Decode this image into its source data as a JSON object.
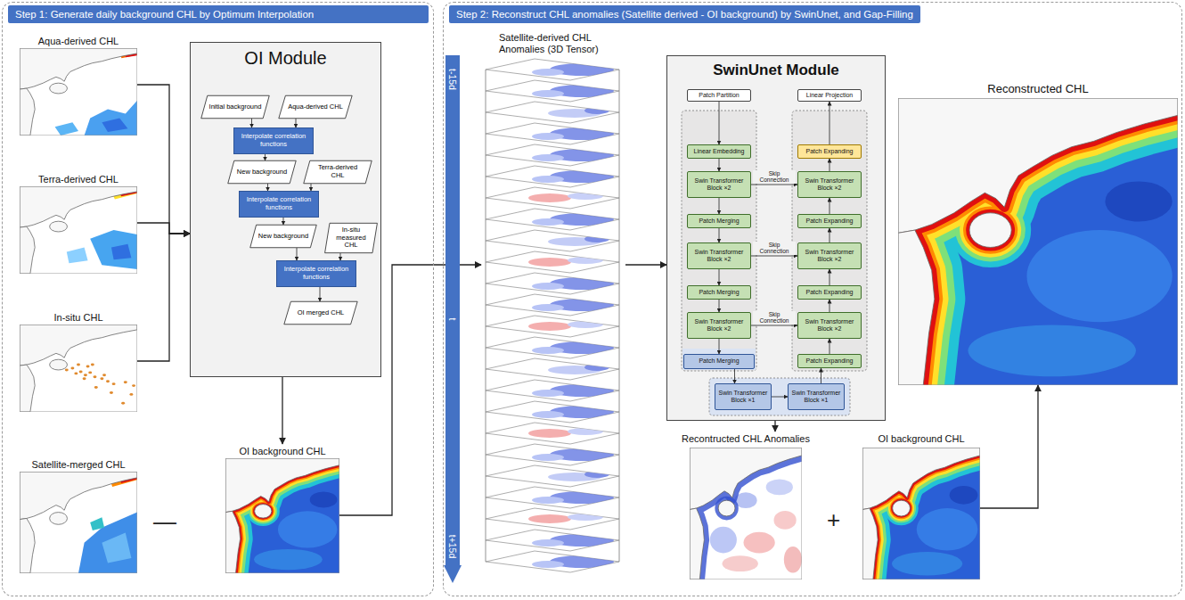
{
  "diagram": {
    "nodes": [
      {
        "text": [
          "Step 1: Generate daily background CHL by Optimum Interpolation"
        ]
      },
      {
        "text": [
          "Aqua-derived CHL"
        ],
        "in": 0
      },
      {
        "text": [
          "Terra-derived CHL"
        ],
        "in": 0
      },
      {
        "text": [
          "In-situ CHL"
        ],
        "in": 0
      },
      {
        "text": [
          "OI Module"
        ],
        "in": 0
      },
      {
        "text": [
          "Initial background"
        ],
        "in": 4
      },
      {
        "text": [
          "Aqua-derived CHL"
        ],
        "in": 4
      },
      {
        "text": [
          "Interpolate correlation functions"
        ],
        "in": 4
      },
      {
        "text": [
          "New background"
        ],
        "in": 4
      },
      {
        "text": [
          "Terra-derived CHL"
        ],
        "in": 4
      },
      {
        "text": [
          "Interpolate correlation functions"
        ],
        "in": 4
      },
      {
        "text": [
          "New background"
        ],
        "in": 4
      },
      {
        "text": [
          "In-situ measured CHL"
        ],
        "in": 4
      },
      {
        "text": [
          "Interpolate correlation functions"
        ],
        "in": 4
      },
      {
        "text": [
          "OI merged CHL"
        ],
        "in": 4
      },
      {
        "text": [
          "Satellite-merged CHL"
        ],
        "in": 0
      },
      {
        "text": [
          "OI background CHL"
        ],
        "in": 0
      },
      {
        "text": [
          "Step 2: Reconstruct CHL anomalies (Satellite derived - OI background) by SwinUnet, and Gap-Filling"
        ]
      },
      {
        "text": [
          "t-15d",
          "t",
          "t+15d"
        ],
        "in": 17
      },
      {
        "text": [
          "Satellite-derived CHL Anomalies (3D Tensor)"
        ],
        "in": 17
      },
      {
        "text": [
          "SwinUnet Module"
        ],
        "in": 17
      },
      {
        "text": [
          "Patch Partition"
        ],
        "in": 20
      },
      {
        "text": [
          "Linear Projection"
        ],
        "in": 20
      },
      {
        "text": [
          "Linear Embedding"
        ],
        "in": 20
      },
      {
        "text": [
          "Patch Expanding"
        ],
        "in": 20
      },
      {
        "text": [
          "Swin Transformer Block ×2"
        ],
        "in": 20
      },
      {
        "text": [
          "Swin Transformer Block ×2"
        ],
        "in": 20
      },
      {
        "text": [
          "Patch Merging"
        ],
        "in": 20
      },
      {
        "text": [
          "Patch Expanding"
        ],
        "in": 20
      },
      {
        "text": [
          "Swin Transformer Block ×2"
        ],
        "in": 20
      },
      {
        "text": [
          "Swin Transformer Block ×2"
        ],
        "in": 20
      },
      {
        "text": [
          "Patch Merging"
        ],
        "in": 20
      },
      {
        "text": [
          "Patch Expanding"
        ],
        "in": 20
      },
      {
        "text": [
          "Swin Transformer Block ×2"
        ],
        "in": 20
      },
      {
        "text": [
          "Swin Transformer Block ×2"
        ],
        "in": 20
      },
      {
        "text": [
          "Patch Merging"
        ],
        "in": 20
      },
      {
        "text": [
          "Patch Expanding"
        ],
        "in": 20
      },
      {
        "text": [
          "Swin Transformer Block ×1"
        ],
        "in": 20
      },
      {
        "text": [
          "Swin Transformer Block ×1"
        ],
        "in": 20
      },
      {
        "text": [
          "Recontructed CHL Anomalies"
        ],
        "in": 17
      },
      {
        "text": [
          "OI background CHL"
        ],
        "in": 17
      },
      {
        "text": [
          "Reconstructed CHL"
        ],
        "in": 17
      }
    ],
    "edges": [
      {
        "from": 1,
        "to": 4,
        "arrow": "to"
      },
      {
        "from": 2,
        "to": 4,
        "arrow": "to"
      },
      {
        "from": 3,
        "to": 4,
        "arrow": "to"
      },
      {
        "from": 5,
        "to": 7,
        "arrow": "to"
      },
      {
        "from": 6,
        "to": 7,
        "arrow": "to"
      },
      {
        "from": 7,
        "to": 8,
        "arrow": "to"
      },
      {
        "from": 8,
        "to": 10,
        "arrow": "to"
      },
      {
        "from": 9,
        "to": 10,
        "arrow": "to"
      },
      {
        "from": 10,
        "to": 11,
        "arrow": "to"
      },
      {
        "from": 11,
        "to": 13,
        "arrow": "to"
      },
      {
        "from": 12,
        "to": 13,
        "arrow": "to"
      },
      {
        "from": 13,
        "to": 14,
        "arrow": "to"
      },
      {
        "from": 4,
        "to": 16,
        "arrow": "to"
      },
      {
        "from": 16,
        "to": 19,
        "arrow": "to"
      },
      {
        "from": 19,
        "to": 20,
        "arrow": "to"
      },
      {
        "from": 21,
        "to": 23,
        "arrow": "to"
      },
      {
        "from": 23,
        "to": 25,
        "arrow": "to"
      },
      {
        "from": 25,
        "to": 27,
        "arrow": "to"
      },
      {
        "from": 27,
        "to": 29,
        "arrow": "to"
      },
      {
        "from": 29,
        "to": 31,
        "arrow": "to"
      },
      {
        "from": 31,
        "to": 33,
        "arrow": "to"
      },
      {
        "from": 33,
        "to": 35,
        "arrow": "to"
      },
      {
        "from": 35,
        "to": 37,
        "arrow": "to"
      },
      {
        "from": 37,
        "to": 38,
        "arrow": "to"
      },
      {
        "from": 38,
        "to": 36,
        "arrow": "to"
      },
      {
        "from": 36,
        "to": 34,
        "arrow": "to"
      },
      {
        "from": 34,
        "to": 32,
        "arrow": "to"
      },
      {
        "from": 32,
        "to": 30,
        "arrow": "to"
      },
      {
        "from": 30,
        "to": 28,
        "arrow": "to"
      },
      {
        "from": 28,
        "to": 26,
        "arrow": "to"
      },
      {
        "from": 26,
        "to": 24,
        "arrow": "to"
      },
      {
        "from": 24,
        "to": 22,
        "arrow": "to"
      },
      {
        "from": 25,
        "to": 26,
        "label": "Skip Connection",
        "arrow": "to"
      },
      {
        "from": 29,
        "to": 30,
        "label": "Skip Connection",
        "arrow": "to"
      },
      {
        "from": 33,
        "to": 34,
        "label": "Skip Connection",
        "arrow": "to"
      },
      {
        "from": 20,
        "to": 39,
        "arrow": "to"
      },
      {
        "from": 40,
        "to": 41,
        "arrow": "to"
      }
    ],
    "labels": [
      "—",
      "+"
    ]
  }
}
